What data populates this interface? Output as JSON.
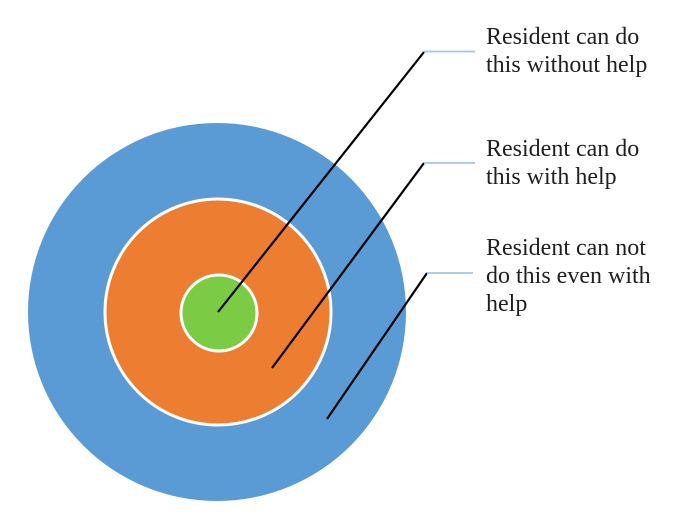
{
  "diagram": {
    "colors": {
      "outer_circle": "#5B9BD5",
      "middle_circle": "#ED7D31",
      "inner_circle": "#7CCB45",
      "ring_border": "#FFFFFF",
      "leader_line": "#000000",
      "connector_line": "#A9C4E8"
    },
    "labels": [
      {
        "target": "inner-circle",
        "lines": [
          "Resident can do",
          "this without help"
        ]
      },
      {
        "target": "middle-circle",
        "lines": [
          "Resident can do",
          "this with help"
        ]
      },
      {
        "target": "outer-circle",
        "lines": [
          "Resident can not",
          "do this even with",
          "help"
        ]
      }
    ]
  }
}
